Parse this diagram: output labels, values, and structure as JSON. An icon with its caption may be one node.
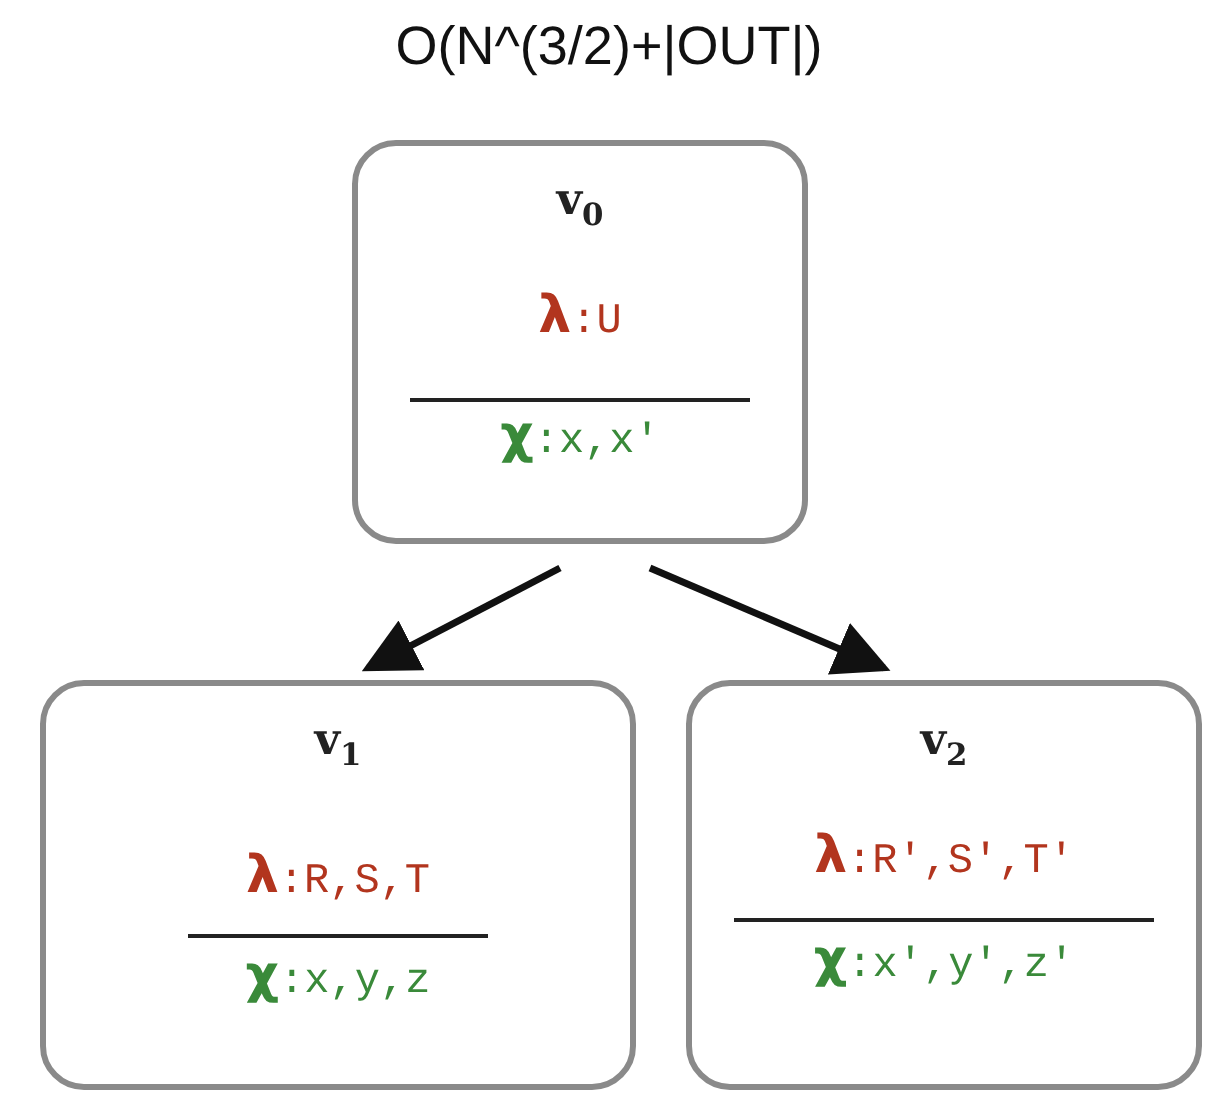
{
  "diagram": {
    "title": "O(N^(3/2)+|OUT|)",
    "nodes": [
      {
        "text": [
          "v$_{0}$",
          "**λ**:U",
          "**χ**:x,x′"
        ]
      },
      {
        "text": [
          "v$_{1}$",
          "**λ**:R,S,T",
          "**χ**:x,y,z"
        ]
      },
      {
        "text": [
          "v$_{2}$",
          "**λ**:R′,S′,T′",
          "**χ**:x′,y′,z′"
        ]
      }
    ],
    "edges": [
      {
        "from": 0,
        "to": 1,
        "arrow": "to"
      },
      {
        "from": 0,
        "to": 2,
        "arrow": "to"
      }
    ]
  }
}
